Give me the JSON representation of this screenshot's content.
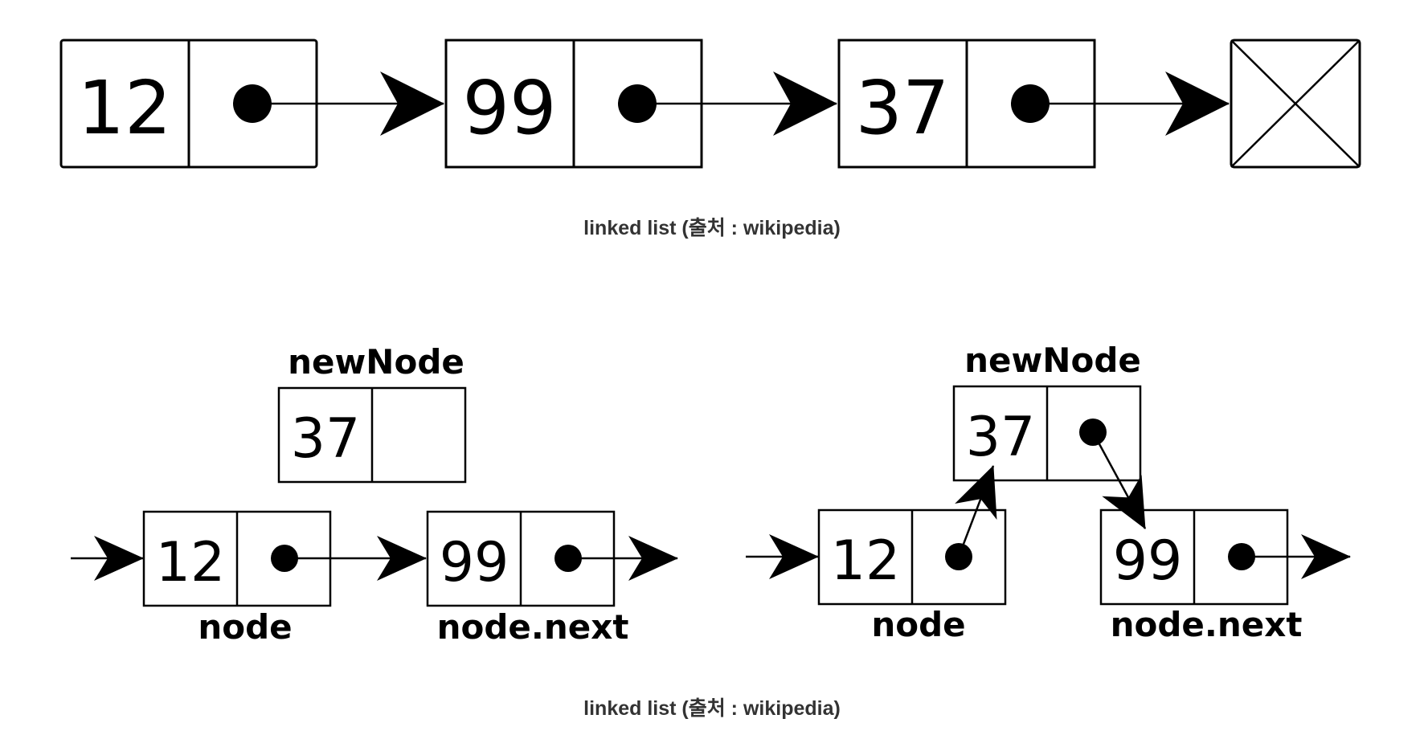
{
  "top_list": {
    "values": [
      "12",
      "99",
      "37"
    ]
  },
  "insertion_before": {
    "new_node_label": "newNode",
    "new_node_value": "37",
    "node_value": "12",
    "node_label": "node",
    "next_value": "99",
    "next_label": "node.next"
  },
  "insertion_after": {
    "new_node_label": "newNode",
    "new_node_value": "37",
    "node_value": "12",
    "node_label": "node",
    "next_value": "99",
    "next_label": "node.next"
  },
  "captions": {
    "top": "linked list (출처 : wikipedia)",
    "bottom": "linked list (출처 : wikipedia)"
  }
}
